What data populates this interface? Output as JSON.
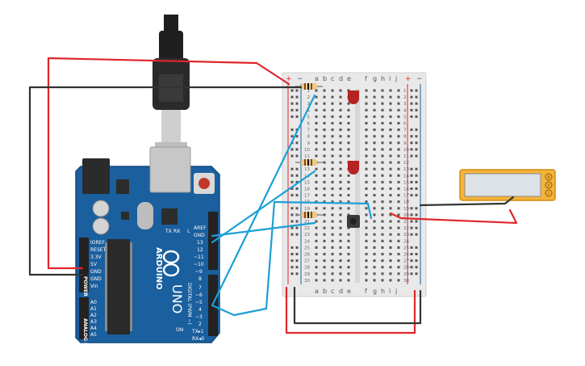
{
  "breadboard": {
    "row_numbers": [
      "1",
      "2",
      "3",
      "4",
      "5",
      "6",
      "7",
      "8",
      "9",
      "10",
      "11",
      "12",
      "13",
      "14",
      "15",
      "16",
      "17",
      "18",
      "19",
      "20",
      "21",
      "22",
      "23",
      "24",
      "25",
      "26",
      "27",
      "28",
      "29",
      "30"
    ],
    "col_letters_left": [
      "a",
      "b",
      "c",
      "d",
      "e"
    ],
    "col_letters_right": [
      "f",
      "g",
      "h",
      "i",
      "j"
    ],
    "rail_plus": "+",
    "rail_minus": "−"
  },
  "arduino": {
    "brand": "ARDUINO",
    "model": "UNO",
    "power_header_title": "POWER",
    "analog_header_title": "ANALOG IN",
    "digital_title": "DIGITAL (PWM ~)",
    "power_pins": [
      "IOREF",
      "RESET",
      "3.3V",
      "5V",
      "GND",
      "GND",
      "Vin"
    ],
    "analog_pins": [
      "A0",
      "A1",
      "A2",
      "A3",
      "A4",
      "A5"
    ],
    "digital_pins_top": [
      "AREF",
      "GND",
      "13",
      "12",
      "~11",
      "~10",
      "~9",
      "8"
    ],
    "digital_pins_bottom": [
      "7",
      "~6",
      "~5",
      "4",
      "~3",
      "2",
      "TX▸1",
      "RX◂0"
    ],
    "led_labels": [
      "TX",
      "RX",
      "L"
    ],
    "on_label": "ON"
  },
  "multimeter": {
    "display_value": "",
    "terminal_labels": [
      "A",
      "V",
      "⏚"
    ]
  },
  "colors": {
    "wire_red": "#e0262b",
    "wire_black": "#333333",
    "wire_blue": "#1b9fd8",
    "board_blue": "#1a5f9e",
    "breadboard": "#e9e9e9",
    "multimeter_body": "#f4b43b"
  }
}
